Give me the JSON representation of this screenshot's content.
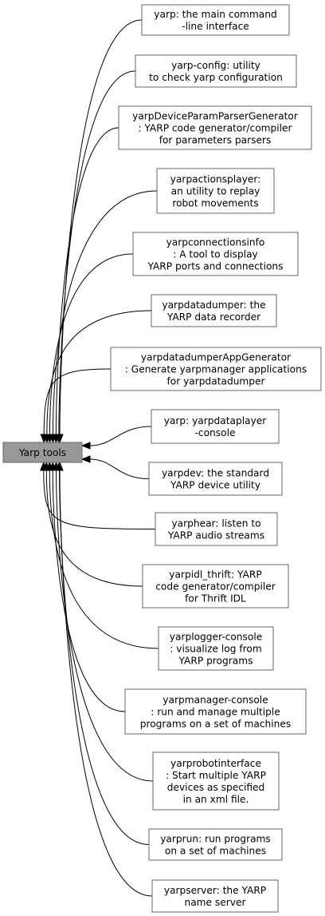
{
  "root": {
    "label": [
      "Yarp tools"
    ]
  },
  "children": [
    {
      "label": [
        "yarp: the main command",
        "-line interface"
      ]
    },
    {
      "label": [
        "yarp-config: utility",
        "to check yarp configuration"
      ]
    },
    {
      "label": [
        "yarpDeviceParamParserGenerator",
        ": YARP code generator/compiler",
        "for parameters parsers"
      ]
    },
    {
      "label": [
        "yarpactionsplayer:",
        "an utility to replay",
        "robot movements"
      ]
    },
    {
      "label": [
        "yarpconnectionsinfo",
        ": A tool to display",
        "YARP ports and connections"
      ]
    },
    {
      "label": [
        "yarpdatadumper: the",
        "YARP data recorder"
      ]
    },
    {
      "label": [
        "yarpdatadumperAppGenerator",
        ": Generate yarpmanager applications",
        "for yarpdatadumper"
      ]
    },
    {
      "label": [
        "yarp: yarpdataplayer",
        "-console"
      ]
    },
    {
      "label": [
        "yarpdev: the standard",
        "YARP device utility"
      ]
    },
    {
      "label": [
        "yarphear: listen to",
        "YARP audio streams"
      ]
    },
    {
      "label": [
        "yarpidl_thrift: YARP",
        "code generator/compiler",
        "for Thrift IDL"
      ]
    },
    {
      "label": [
        "yarplogger-console",
        ": visualize log from",
        "YARP programs"
      ]
    },
    {
      "label": [
        "yarpmanager-console",
        ": run and manage multiple",
        "programs on a set of machines"
      ]
    },
    {
      "label": [
        "yarprobotinterface",
        ": Start multiple YARP",
        "devices as specified",
        "in an xml file."
      ]
    },
    {
      "label": [
        "yarprun: run programs",
        "on a set of machines"
      ]
    },
    {
      "label": [
        "yarpserver: the YARP",
        "name server"
      ]
    }
  ]
}
